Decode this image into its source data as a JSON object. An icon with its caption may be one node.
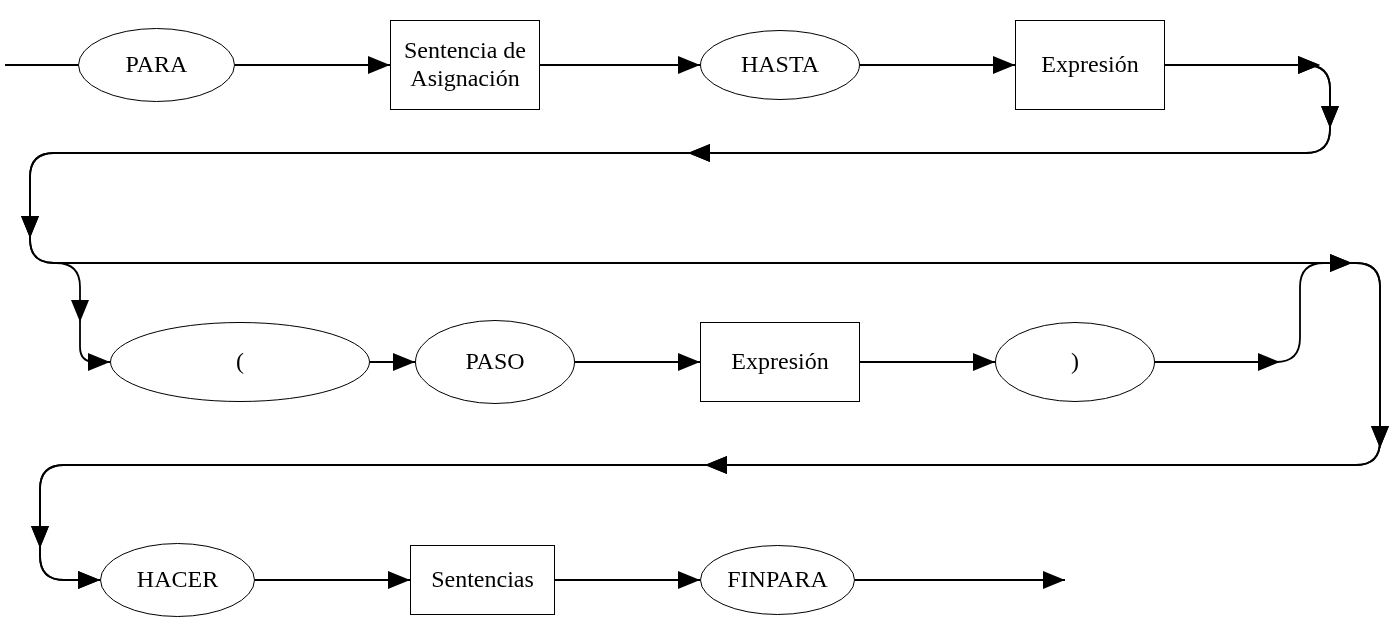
{
  "diagram": {
    "nodes": [
      {
        "text": [
          "PARA"
        ]
      },
      {
        "text": [
          "Sentencia de Asignación"
        ]
      },
      {
        "text": [
          "HASTA"
        ]
      },
      {
        "text": [
          "Expresión"
        ]
      },
      {
        "text": [
          "("
        ]
      },
      {
        "text": [
          "PASO"
        ]
      },
      {
        "text": [
          "Expresión"
        ]
      },
      {
        "text": [
          ")"
        ]
      },
      {
        "text": [
          "HACER"
        ]
      },
      {
        "text": [
          "Sentencias"
        ]
      },
      {
        "text": [
          "FINPARA"
        ]
      }
    ],
    "edges": [
      {
        "from": null,
        "to": 0,
        "arrow": "none"
      },
      {
        "from": 0,
        "to": 1,
        "arrow": "to"
      },
      {
        "from": 1,
        "to": 2,
        "arrow": "to"
      },
      {
        "from": 2,
        "to": 3,
        "arrow": "to"
      },
      {
        "from": 3,
        "to": 4,
        "arrow": "to"
      },
      {
        "from": 3,
        "to": 8,
        "arrow": "to"
      },
      {
        "from": 4,
        "to": 5,
        "arrow": "to"
      },
      {
        "from": 5,
        "to": 6,
        "arrow": "to"
      },
      {
        "from": 6,
        "to": 7,
        "arrow": "to"
      },
      {
        "from": 7,
        "to": 8,
        "arrow": "to"
      },
      {
        "from": 8,
        "to": 9,
        "arrow": "to"
      },
      {
        "from": 9,
        "to": 10,
        "arrow": "to"
      },
      {
        "from": 10,
        "to": null,
        "arrow": "to"
      }
    ]
  }
}
